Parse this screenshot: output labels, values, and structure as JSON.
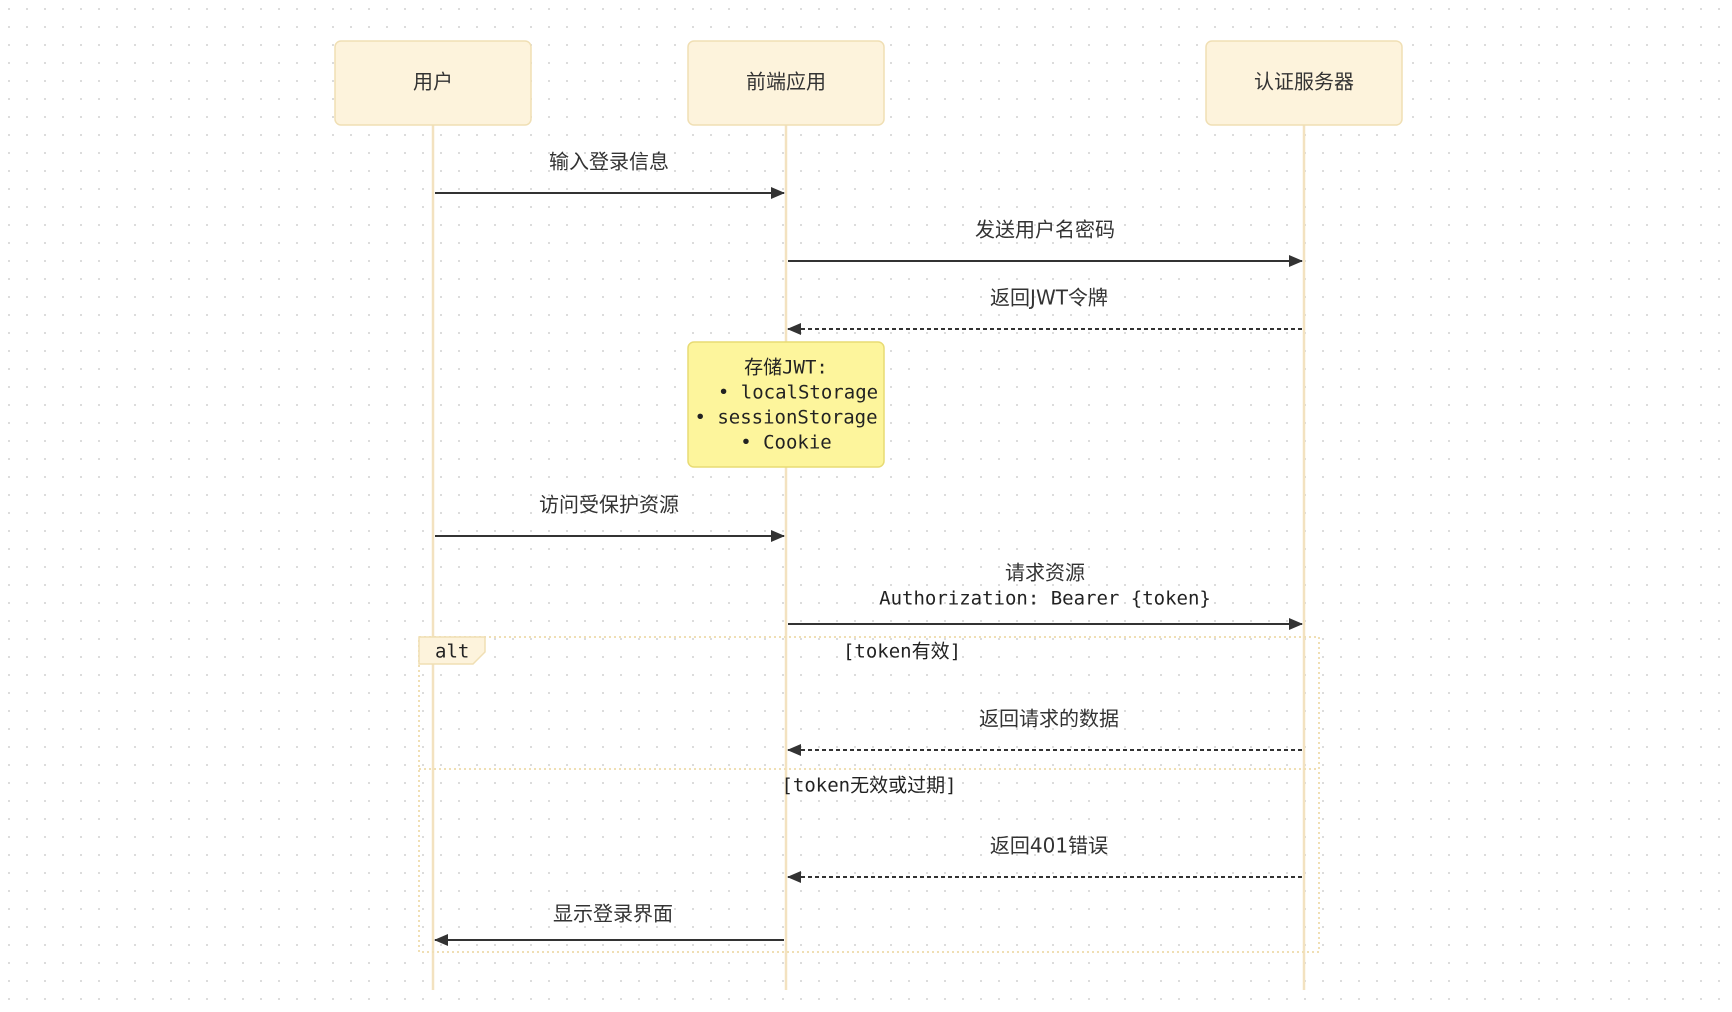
{
  "actors": [
    {
      "id": "user",
      "label": "用户"
    },
    {
      "id": "frontend",
      "label": "前端应用"
    },
    {
      "id": "auth",
      "label": "认证服务器"
    }
  ],
  "messages": [
    {
      "from": "user",
      "to": "frontend",
      "style": "solid",
      "lines": [
        "输入登录信息"
      ]
    },
    {
      "from": "frontend",
      "to": "auth",
      "style": "solid",
      "lines": [
        "发送用户名密码"
      ]
    },
    {
      "from": "auth",
      "to": "frontend",
      "style": "dashed",
      "lines": [
        "返回JWT令牌"
      ]
    },
    {
      "from": "user",
      "to": "frontend",
      "style": "solid",
      "lines": [
        "访问受保护资源"
      ]
    },
    {
      "from": "frontend",
      "to": "auth",
      "style": "solid",
      "lines": [
        "请求资源",
        "Authorization: Bearer {token}"
      ]
    },
    {
      "from": "auth",
      "to": "frontend",
      "style": "dashed",
      "lines": [
        "返回请求的数据"
      ]
    },
    {
      "from": "auth",
      "to": "frontend",
      "style": "dashed",
      "lines": [
        "返回401错误"
      ]
    },
    {
      "from": "frontend",
      "to": "user",
      "style": "solid",
      "lines": [
        "显示登录界面"
      ]
    }
  ],
  "note": {
    "over": "frontend",
    "lines": [
      "存储JWT:",
      "• localStorage",
      "• sessionStorage",
      "• Cookie"
    ]
  },
  "alt_frame": {
    "label": "alt",
    "conditions": [
      "[token有效]",
      "[token无效或过期]"
    ]
  },
  "colors": {
    "actor_fill": "#fdf3dc",
    "actor_border": "#f0dfb4",
    "lifeline": "#f3e2c0",
    "note_fill": "#fdf59c",
    "arrow": "#333333"
  }
}
